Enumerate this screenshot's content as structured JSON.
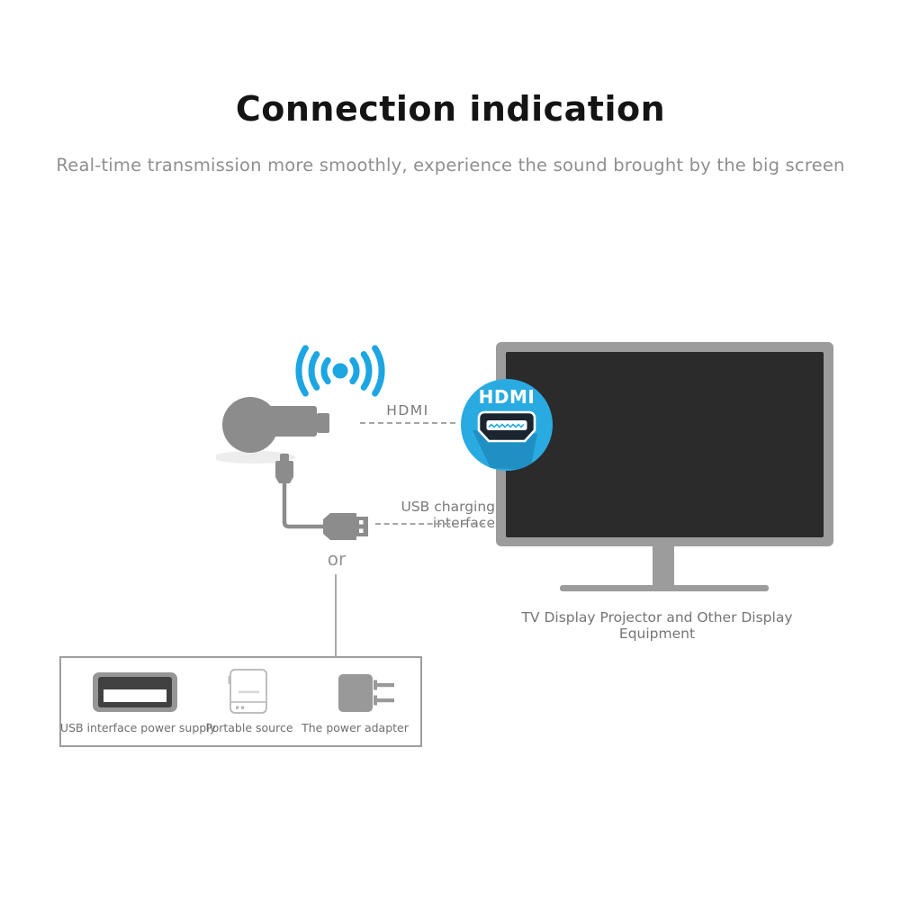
{
  "header": {
    "title": "Connection indication",
    "subtitle": "Real-time transmission more smoothly, experience the sound brought by the big screen"
  },
  "diagram": {
    "wifi_icon": "wifi-signal-icon",
    "dongle_icon": "wireless-display-dongle-icon",
    "usb_cable_icon": "usb-cable-icon",
    "hdmi_callout": {
      "label": "HDMI",
      "badge_text": "HDMI",
      "badge_icon": "hdmi-port-icon"
    },
    "usb_callout": {
      "label": "USB charging interface"
    },
    "or_label": "or",
    "tv_caption": "TV Display Projector and Other Display Equipment"
  },
  "power_box": {
    "options": [
      {
        "icon": "usb-port-icon",
        "label": "USB interface power supply"
      },
      {
        "icon": "power-bank-icon",
        "label": "Portable source"
      },
      {
        "icon": "wall-adapter-icon",
        "label": "The power adapter"
      }
    ]
  },
  "colors": {
    "wifi_blue": "#1CA6E2",
    "badge_blue": "#29ABE2",
    "badge_shadow_blue": "#1E87B9",
    "device_gray": "#8C8C8C",
    "tv_frame_gray": "#9C9C9C",
    "tv_screen": "#2B2B2B",
    "label_gray": "#7A7A7A"
  }
}
